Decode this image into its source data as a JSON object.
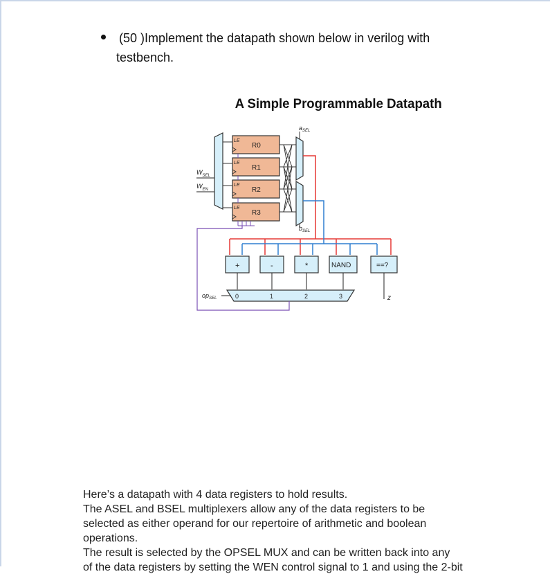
{
  "question": {
    "line1": "(50 )Implement the datapath shown below in verilog with",
    "line2": "testbench."
  },
  "diagram": {
    "title": "A Simple Programmable Datapath",
    "registers": [
      "R0",
      "R1",
      "R2",
      "R3"
    ],
    "le_label": "LE",
    "asel_label": "a",
    "asel_sub": "SEL",
    "bsel_label": "b",
    "bsel_sub": "SEL",
    "wsel_label": "W",
    "wsel_sub": "SEL",
    "wen_label": "W",
    "wen_sub": "EN",
    "opsel_label": "op",
    "opsel_sub": "SEL",
    "ops": [
      "+",
      "-",
      "*",
      "NAND",
      "==?"
    ],
    "mux_inputs": [
      "0",
      "1",
      "2",
      "3"
    ],
    "z_label": "z",
    "colors": {
      "register_fill": "#f0b896",
      "op_fill": "#d6effa",
      "red_wire": "#e53935",
      "blue_wire": "#2f7fd0",
      "purple_wire": "#7a4fb5",
      "mux_fill": "#d6effa"
    }
  },
  "paragraph": {
    "line1": "Here’s a datapath with 4 data registers to hold results.",
    "line2": "The ASEL and BSEL multiplexers  allow any of the data registers to be",
    "line3": "selected as either operand for our repertoire of arithmetic and boolean",
    "line4": "operations.",
    "line5": " The result is selected by the OPSEL MUX and can be written back into any",
    "line6": "of the data registers by setting the WEN control signal to 1 and using the 2-bit"
  }
}
